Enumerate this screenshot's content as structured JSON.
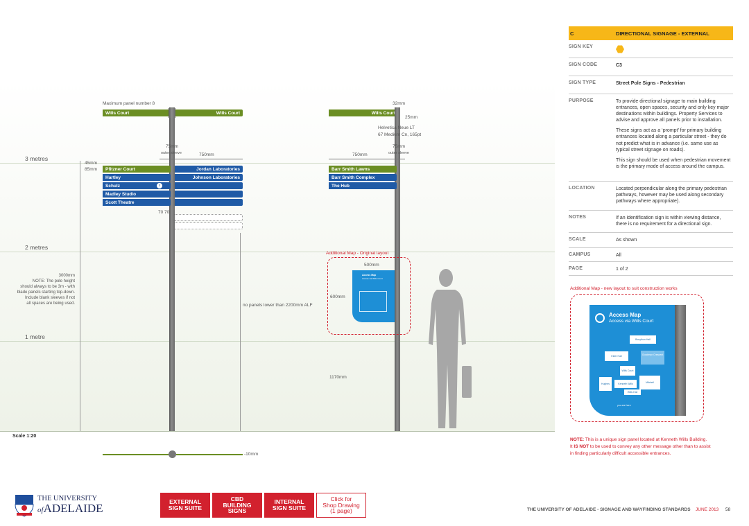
{
  "levels": {
    "three": "3 metres",
    "two": "2 metres",
    "one": "1 metre"
  },
  "left_sign": {
    "max_panel": "Maximum panel number 8",
    "top_blade_left": "Wills Court",
    "top_blade_right": "Wills Court",
    "dim_75": "75mm",
    "outer_sleeve": "outer sleeve",
    "dim_750": "750mm",
    "dim_45": "45mm",
    "dim_85": "85mm",
    "left_blades": [
      "Pfitzner Court",
      "Hartley",
      "Schulz",
      "Madley Studio",
      "Scott Theatre"
    ],
    "right_blades": [
      "Jordan Laboratories",
      "Johnson Laboratories"
    ],
    "dim_70": "70  70",
    "pole_note": "3000mm\nNOTE: The pole height\nshould always to be 3m - with\nblade panels starting top-down.\nInclude blank sleeves if not\nall spaces are being used.",
    "alf_note": "no panels lower than 2200mm ALF"
  },
  "right_sign": {
    "dim_32": "32mm",
    "top_blade": "Wills Court",
    "dim_25": "25mm",
    "font_note": "Helvetica Neue LT\n67 Medium Cn, 165pt",
    "dim_75": "75mm",
    "outer_sleeve": "outer sleeve",
    "dim_750": "750mm",
    "blades": [
      "Barr Smith Lawns",
      "Barr Smith Complex",
      "The Hub"
    ],
    "additional_map_label": "Additional Map - Original layout",
    "dim_500": "500mm",
    "dim_600": "600mm",
    "dim_1170": "1170mm",
    "mini_map_title": "Access Map",
    "mini_map_sub": "Access via Wills Court"
  },
  "scale_label": "Scale 1:20",
  "small_dim": "10mm",
  "table": {
    "header_key": "C",
    "header_val": "DIRECTIONAL SIGNAGE - EXTERNAL",
    "rows": [
      {
        "key": "SIGN KEY",
        "val": ""
      },
      {
        "key": "SIGN CODE",
        "val": "C3"
      },
      {
        "key": "SIGN TYPE",
        "val": "Street Pole Signs - Pedestrian"
      },
      {
        "key": "PURPOSE",
        "val": ""
      },
      {
        "key": "LOCATION",
        "val": "Located perpendicular along the primary pedestrian pathways, however may be used along secondary pathways where appropriate)."
      },
      {
        "key": "NOTES",
        "val": "If an identification sign is within viewing distance, there is no requirement for a directional sign."
      },
      {
        "key": "SCALE",
        "val": "As shown"
      },
      {
        "key": "CAMPUS",
        "val": "All"
      },
      {
        "key": "PAGE",
        "val": "1 of 2"
      }
    ],
    "purpose_paras": [
      "To provide directional signage to main building entrances, open spaces, security and only key major destinations within buildings. Property Services to advise and approve all panels prior to installation.",
      "These signs act as a ‘prompt’ for primary building entrances located along a particular street - they do not predict what is in advance (i.e. same use as typical street signage on roads).",
      "This sign should be used when pedestrian movement is the primary mode of access around the campus."
    ],
    "sign_key_color": "#f7b718"
  },
  "map": {
    "label": "Additional Map - new layout to suit construction works",
    "title": "Access Map",
    "subtitle": "Access via Wills Court",
    "buildings": [
      "Bonython Hall",
      "Elder Hall",
      "Goodman Crescent",
      "Wills Court",
      "Hughes",
      "Kenneth Wills",
      "Mitchell",
      "Wills Hall"
    ],
    "you_are_here": "you are here"
  },
  "note": {
    "line1_bold": "NOTE:",
    "line1": " This is a unique sign panel located at Kenneth Wills Building.",
    "line2_pre": "It ",
    "line2_bold": "IS NOT",
    "line2": " to be used to convey any other message other than to assist",
    "line3": "in finding particularly difficult accessible entrances."
  },
  "buttons": {
    "external": "EXTERNAL\nSIGN SUITE",
    "cbd": "CBD\nBUILDING\nSIGNS",
    "internal": "INTERNAL\nSIGN SUITE",
    "shop": "Click for\nShop Drawing\n(1 page)"
  },
  "logo": {
    "line1": "THE UNIVERSITY",
    "line2_of": "of",
    "line2": "ADELAIDE"
  },
  "footer": {
    "title": "THE UNIVERSITY OF ADELAIDE - SIGNAGE AND WAYFINDING STANDARDS",
    "date": "JUNE 2013",
    "page": "58"
  },
  "colors": {
    "green": "#6b8e23",
    "blue": "#1f5aa6",
    "red": "#d2212e",
    "header": "#f7b718",
    "map": "#1e8fd6"
  }
}
